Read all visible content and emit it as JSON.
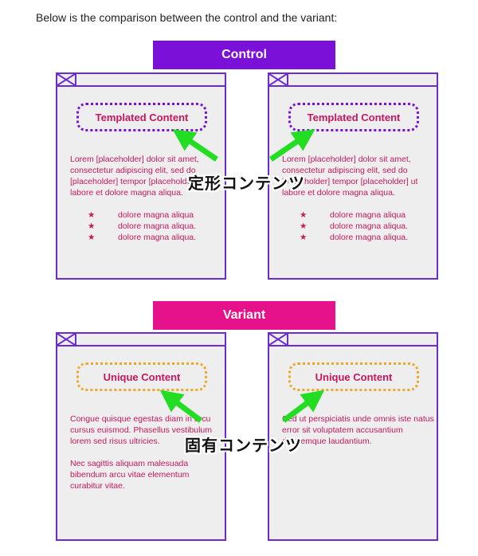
{
  "intro": "Below is the comparison between the control and the variant:",
  "control": {
    "label": "Control",
    "label_color": "#7b10d8",
    "frame_color": "#6a2bd0",
    "template_border_color": "#7b10d8",
    "template_label": "Templated Content",
    "paragraph": "Lorem [placeholder] dolor sit amet, consectetur adipiscing elit, sed do [placeholder] tempor [placeholder] ut labore et dolore magna aliqua.",
    "bullets": [
      "dolore magna aliqua",
      "dolore magna aliqua.",
      "dolore magna aliqua."
    ],
    "overlay_label": "定形コンテンツ"
  },
  "variant": {
    "label": "Variant",
    "label_color": "#e6128b",
    "frame_color": "#6a2bd0",
    "template_border_color": "#f0a72a",
    "template_label": "Unique Content",
    "left_para1": "Congue quisque egestas diam in arcu cursus euismod. Phasellus vestibulum lorem sed risus ultricies.",
    "left_para2": "Nec sagittis aliquam malesuada bibendum arcu vitae elementum curabitur vitae.",
    "right_para1": "Sed ut perspiciatis unde omnis iste natus error sit voluptatem accusantium doloremque laudantium.",
    "overlay_label": "固有コンテンツ"
  },
  "arrow_color": "#22dd22",
  "icons": {
    "bullet": "star-icon",
    "window_close": "close-x-icon"
  }
}
